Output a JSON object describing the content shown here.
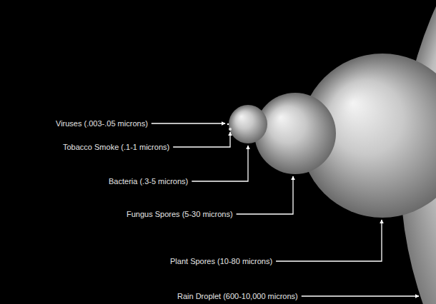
{
  "diagram": {
    "labels": [
      "Viruses (.003-.05 microns)",
      "Tobacco Smoke (.1-1 microns)",
      "Bacteria (.3-5 microns)",
      "Fungus Spores (5-30 microns)",
      "Plant Spores (10-80 microns)",
      "Rain Droplet (600-10,000 microns)"
    ]
  }
}
